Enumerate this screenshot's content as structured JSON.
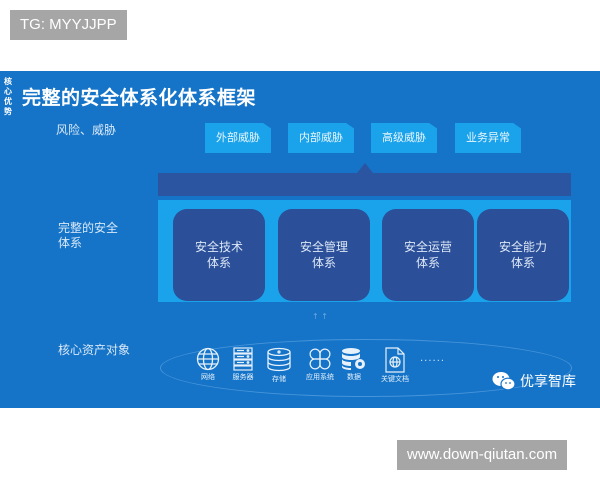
{
  "watermarks": {
    "top": "TG: MYYJJPP",
    "bottom": "www.down-qiutan.com"
  },
  "slide": {
    "side_tag": [
      "核",
      "心",
      "优",
      "势"
    ],
    "title": "完整的安全体系化体系框架",
    "colors": {
      "background": "#1574c8",
      "threat_box": "#1aa3ea",
      "system_box": "#2b4f98",
      "bar": "#2b55a1"
    },
    "rows": {
      "threat_label": "风险、威胁",
      "system_label_line1": "完整的安全",
      "system_label_line2": "体系",
      "asset_label": "核心资产对象"
    },
    "threats": [
      {
        "label": "外部威胁"
      },
      {
        "label": "内部威胁"
      },
      {
        "label": "高级威胁"
      },
      {
        "label": "业务异常"
      }
    ],
    "systems": [
      {
        "line1": "安全技术",
        "line2": "体系"
      },
      {
        "line1": "安全管理",
        "line2": "体系"
      },
      {
        "line1": "安全运营",
        "line2": "体系"
      },
      {
        "line1": "安全能力",
        "line2": "体系"
      }
    ],
    "assets": [
      {
        "label": "网络",
        "icon": "globe-icon"
      },
      {
        "label": "服务器",
        "icon": "server-icon"
      },
      {
        "label": "存储",
        "icon": "storage-disk-icon"
      },
      {
        "label": "应用系统",
        "icon": "app-grid-icon"
      },
      {
        "label": "数据",
        "icon": "database-gear-icon"
      },
      {
        "label": "关键文档",
        "icon": "document-globe-icon"
      }
    ],
    "more": "......",
    "brand": {
      "name": "优享智库",
      "icon": "wechat-icon"
    }
  }
}
